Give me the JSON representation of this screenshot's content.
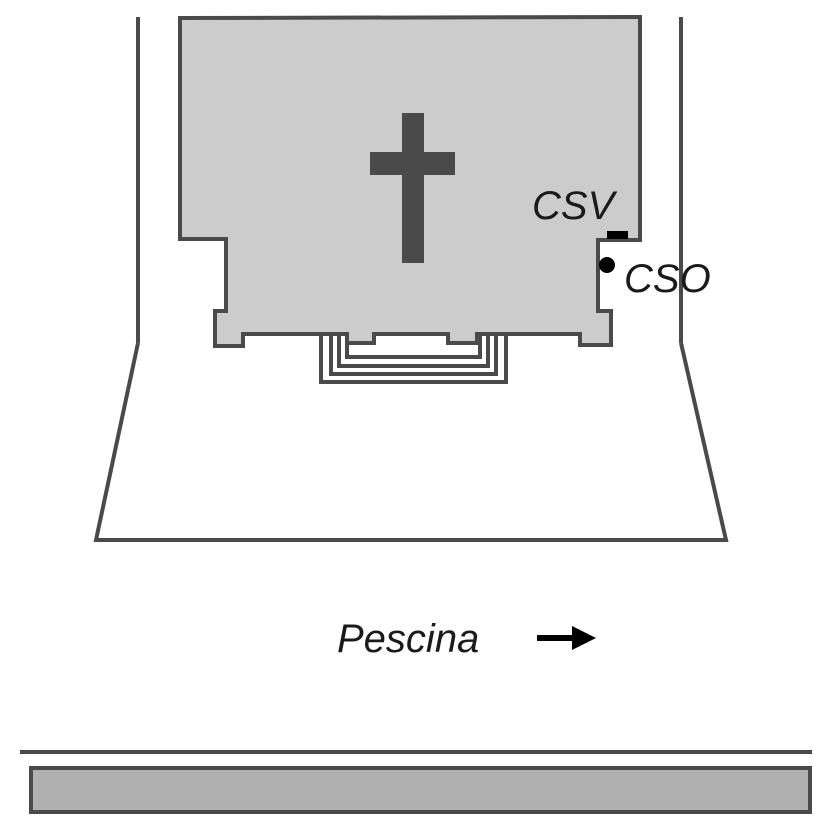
{
  "labels": {
    "csv": "CSV",
    "cso": "CSO",
    "direction": "Pescina"
  },
  "colors": {
    "church_fill": "#cccccc",
    "outline": "#4a4a4a",
    "road_fill": "#b0b0b0",
    "marker": "#000000"
  }
}
